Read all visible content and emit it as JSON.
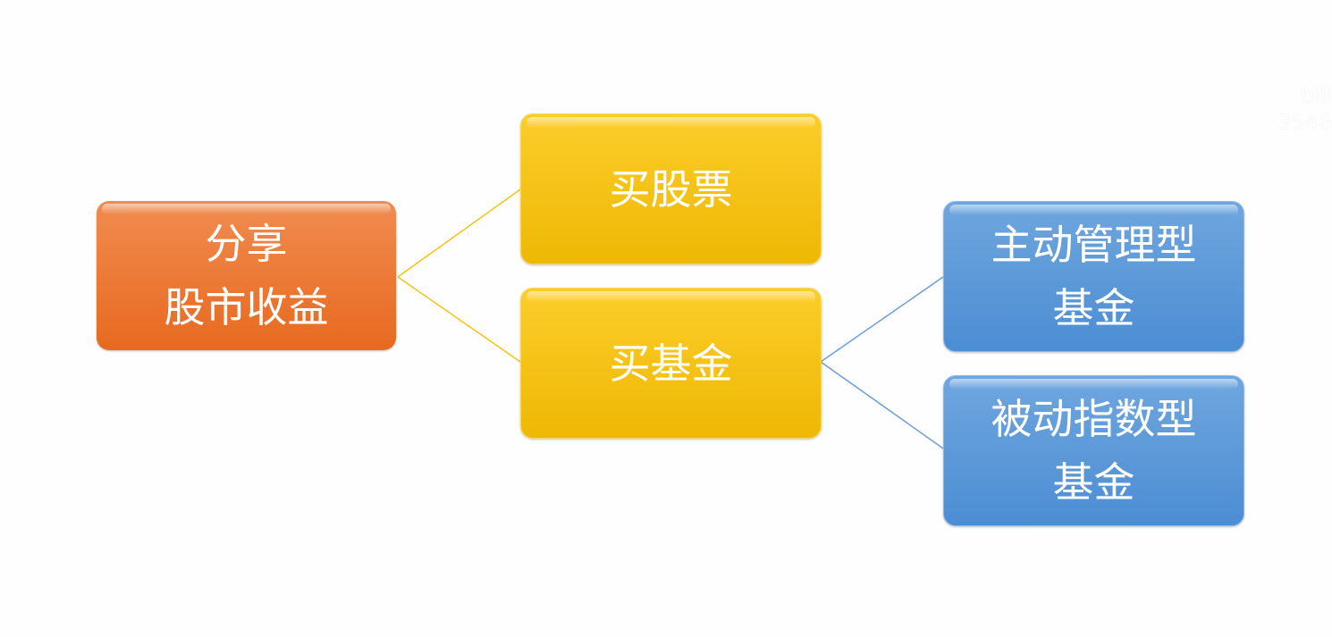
{
  "root": {
    "lines": [
      "分享",
      "股市收益"
    ]
  },
  "level1": [
    {
      "label": "买股票"
    },
    {
      "label": "买基金"
    }
  ],
  "level2": [
    {
      "lines": [
        "主动管理型",
        "基金"
      ]
    },
    {
      "lines": [
        "被动指数型",
        "基金"
      ]
    }
  ],
  "watermark": {
    "line1": "bili",
    "line2": "3546"
  },
  "colors": {
    "root": "#eb7530",
    "level1": "#f5c415",
    "level2": "#5b98d9",
    "line_yellow": "#f5c415",
    "line_blue": "#6a9fd8"
  }
}
